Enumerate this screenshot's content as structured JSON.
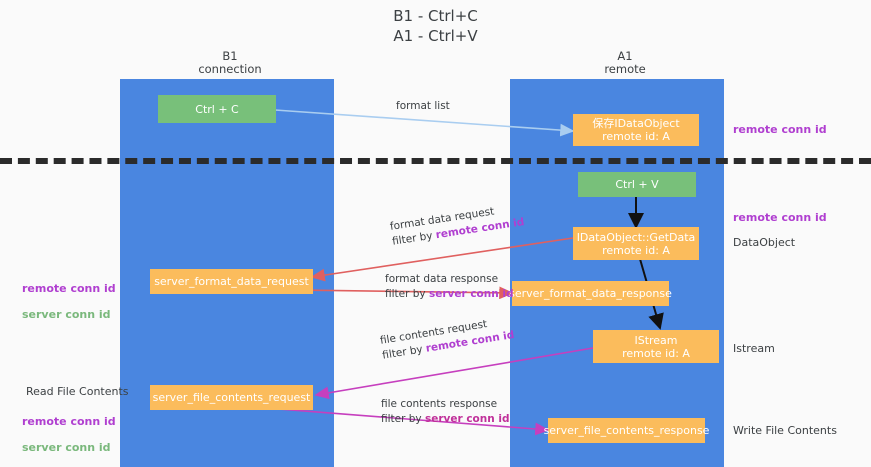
{
  "title": "B1 - Ctrl+C\nA1 - Ctrl+V",
  "colors": {
    "lane": "#4a86e0",
    "green": "#78c07a",
    "orange": "#fbbc5c",
    "purple": "#b03fd0",
    "green_text": "#7ab87c",
    "magenta": "#c0309a",
    "divider": "#2b2b2b",
    "background": "#fafafa"
  },
  "columns": [
    {
      "id": "b1",
      "label": "B1\nconnection"
    },
    {
      "id": "a1",
      "label": "A1\nremote"
    }
  ],
  "nodes": [
    {
      "id": "ctrl-c",
      "label": "Ctrl + C",
      "kind": "green"
    },
    {
      "id": "save-idataobject",
      "label": "保存IDataObject\nremote id: A",
      "kind": "orange"
    },
    {
      "id": "ctrl-v",
      "label": "Ctrl + V",
      "kind": "green"
    },
    {
      "id": "idataobject-getdata",
      "label": "IDataObject::GetData\nremote id: A",
      "kind": "orange"
    },
    {
      "id": "server-format-data-request",
      "label": "server_format_data_request",
      "kind": "orange"
    },
    {
      "id": "server-format-data-response",
      "label": "server_format_data_response",
      "kind": "orange"
    },
    {
      "id": "istream",
      "label": "IStream\nremote id: A",
      "kind": "orange"
    },
    {
      "id": "server-file-contents-request",
      "label": "server_file_contents_request",
      "kind": "orange"
    },
    {
      "id": "server-file-contents-response",
      "label": "server_file_contents_response",
      "kind": "orange"
    }
  ],
  "edge_labels": [
    {
      "id": "format-list",
      "line1": "format list",
      "line2": "",
      "line2_hl": ""
    },
    {
      "id": "format-data-request",
      "line1": "format data request",
      "line2": "filter by ",
      "line2_hl": "remote conn id"
    },
    {
      "id": "format-data-response",
      "line1": "format data response",
      "line2": "filter by ",
      "line2_hl": "server conn id"
    },
    {
      "id": "file-contents-request",
      "line1": "file contents request",
      "line2": "filter by ",
      "line2_hl": "remote conn id"
    },
    {
      "id": "file-contents-response",
      "line1": "file contents response",
      "line2": "filter by ",
      "line2_hl": "server conn id"
    }
  ],
  "right_annotations": [
    {
      "id": "right-remote-conn-id-1",
      "text": "remote conn id",
      "style": "purple"
    },
    {
      "id": "right-remote-conn-id-2",
      "text": "remote conn id",
      "style": "purple"
    },
    {
      "id": "right-dataobject",
      "text": "DataObject",
      "style": "plain"
    },
    {
      "id": "right-istream",
      "text": "Istream",
      "style": "plain"
    },
    {
      "id": "right-write-file",
      "text": "Write File Contents",
      "style": "plain"
    }
  ],
  "left_annotations": [
    {
      "id": "left-conn-ids-1",
      "remote": "remote conn id",
      "server": "server conn id"
    },
    {
      "id": "left-read-file",
      "text": "Read File Contents"
    },
    {
      "id": "left-conn-ids-2",
      "remote": "remote conn id",
      "server": "server conn id"
    }
  ]
}
